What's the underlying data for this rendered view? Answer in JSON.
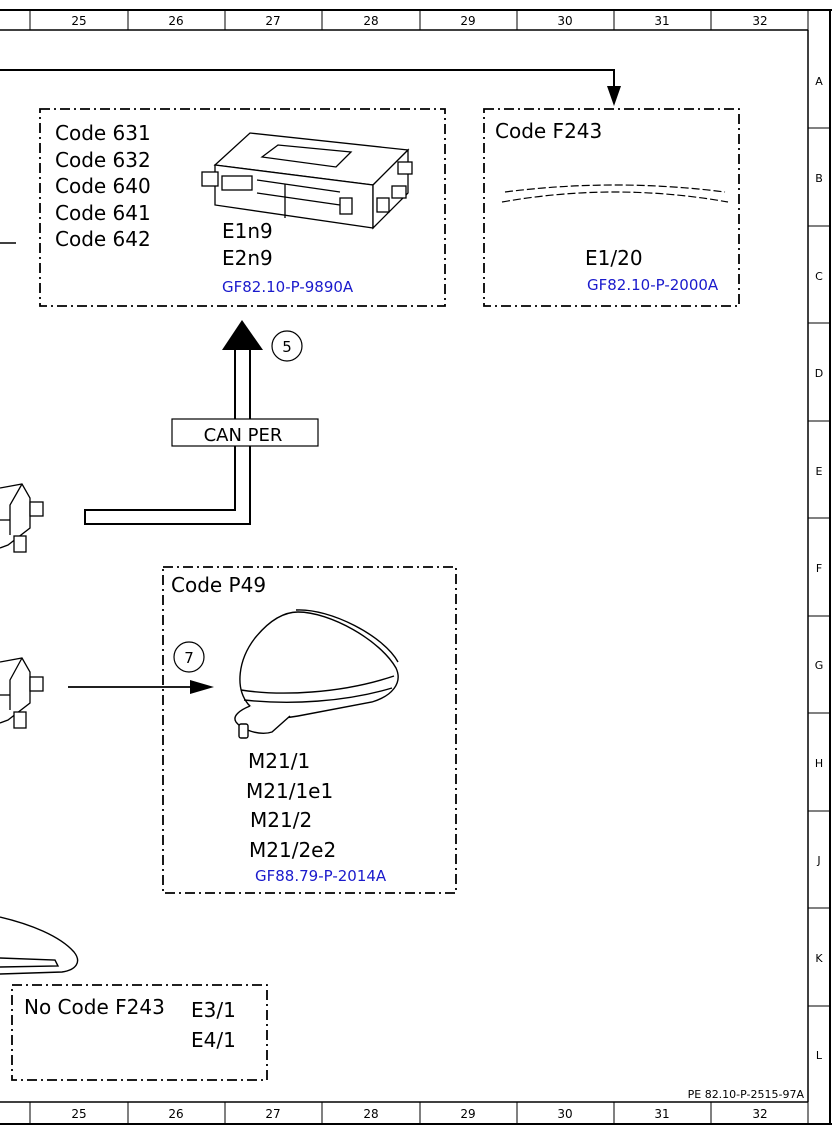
{
  "ruler": {
    "columns": [
      "25",
      "26",
      "27",
      "28",
      "29",
      "30",
      "31",
      "32"
    ],
    "rows": [
      "A",
      "B",
      "C",
      "D",
      "E",
      "F",
      "G",
      "H",
      "J",
      "K",
      "L"
    ]
  },
  "drawing_number": "PE 82.10-P-2515-97A",
  "modules": {
    "head_unit": {
      "codes": [
        "Code 631",
        "Code 632",
        "Code 640",
        "Code 641",
        "Code 642"
      ],
      "components": [
        "E1n9",
        "E2n9"
      ],
      "ref": "GF82.10-P-9890A"
    },
    "f243": {
      "code": "Code F243",
      "component": "E1/20",
      "ref": "GF82.10-P-2000A"
    },
    "mirror": {
      "code": "Code P49",
      "components": [
        "M21/1",
        "M21/1e1",
        "M21/2",
        "M21/2e2"
      ],
      "ref": "GF88.79-P-2014A"
    },
    "no_f243": {
      "code": "No Code F243",
      "components": [
        "E3/1",
        "E4/1"
      ]
    }
  },
  "bus": {
    "label": "CAN PER"
  },
  "markers": [
    "5",
    "7"
  ],
  "colors": {
    "line": "#000000",
    "ref_link": "#1a1acc",
    "background": "#ffffff"
  }
}
